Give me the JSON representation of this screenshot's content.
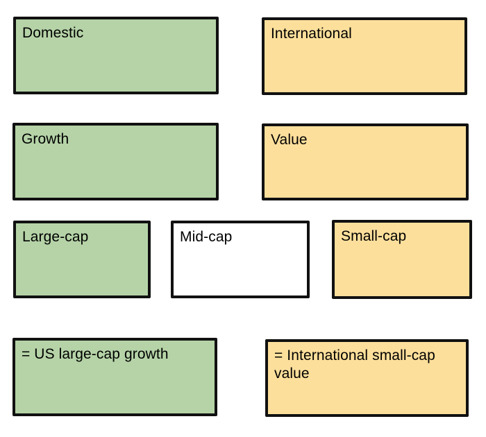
{
  "diagram": {
    "description": "Investment style category diagram",
    "colors": {
      "green": "#b5d3a7",
      "yellow": "#fcdf9b",
      "white": "#ffffff",
      "border": "#111111",
      "text": "#000000",
      "background": "#ffffff"
    },
    "boxes": [
      {
        "id": "domestic",
        "label": "Domestic",
        "variant": "green"
      },
      {
        "id": "international",
        "label": "International",
        "variant": "yellow"
      },
      {
        "id": "growth",
        "label": "Growth",
        "variant": "green"
      },
      {
        "id": "value",
        "label": "Value",
        "variant": "yellow"
      },
      {
        "id": "large-cap",
        "label": "Large-cap",
        "variant": "green"
      },
      {
        "id": "mid-cap",
        "label": "Mid-cap",
        "variant": "white"
      },
      {
        "id": "small-cap",
        "label": "Small-cap",
        "variant": "yellow"
      },
      {
        "id": "us-large-cap-growth",
        "label": "= US large-cap growth",
        "variant": "green"
      },
      {
        "id": "international-small-cap-value",
        "label": "= International small-cap value",
        "variant": "yellow"
      }
    ]
  }
}
